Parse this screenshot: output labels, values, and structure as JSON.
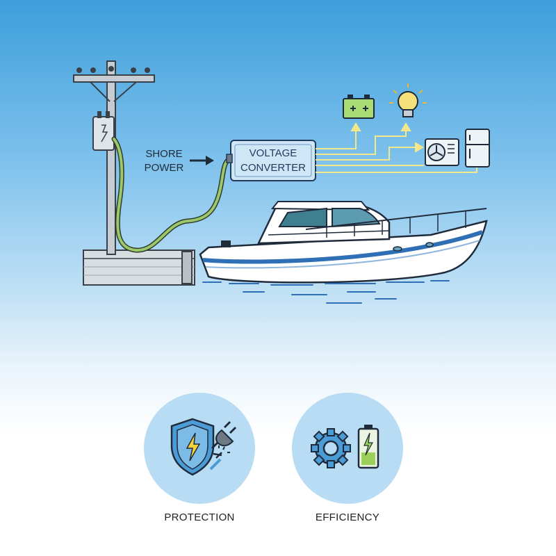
{
  "diagram": {
    "shore_power_line1": "SHORE",
    "shore_power_line2": "POWER",
    "converter_line1": "VOLTAGE",
    "converter_line2": "CONVERTER"
  },
  "benefits": [
    {
      "label": "PROTECTION",
      "icon": "shield-lightning-icon",
      "secondary_icon": "plug-icon"
    },
    {
      "label": "EFFICIENCY",
      "icon": "gear-icon",
      "secondary_icon": "battery-charging-icon"
    }
  ],
  "colors": {
    "sky_top": "#3d9edb",
    "cable": "#9bc86a",
    "signal": "#f3e88a",
    "converter": "#cfe6f7",
    "boat_stripe": "#2f6fb5",
    "circle": "#b8dcf3"
  }
}
